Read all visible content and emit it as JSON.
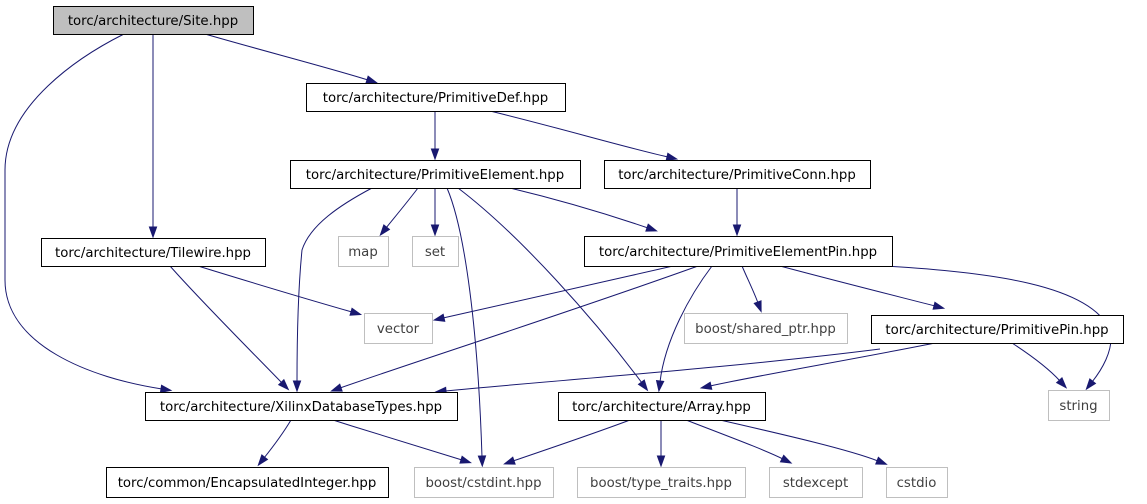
{
  "colors": {
    "edge": "#191970",
    "root_fill": "#bfbfbf",
    "node_fill": "#ffffff",
    "node_border": "#000000",
    "external_border": "#bfbfbf",
    "external_text": "#404040",
    "text": "#000000"
  },
  "nodes": {
    "site": {
      "label": "torc/architecture/Site.hpp",
      "kind": "root"
    },
    "primitivedef": {
      "label": "torc/architecture/PrimitiveDef.hpp",
      "kind": "internal"
    },
    "primitiveelement": {
      "label": "torc/architecture/PrimitiveElement.hpp",
      "kind": "internal"
    },
    "primitiveconn": {
      "label": "torc/architecture/PrimitiveConn.hpp",
      "kind": "internal"
    },
    "tilewire": {
      "label": "torc/architecture/Tilewire.hpp",
      "kind": "internal"
    },
    "map": {
      "label": "map",
      "kind": "external"
    },
    "set": {
      "label": "set",
      "kind": "external"
    },
    "primitiveelementpin": {
      "label": "torc/architecture/PrimitiveElementPin.hpp",
      "kind": "internal"
    },
    "vector": {
      "label": "vector",
      "kind": "external"
    },
    "shared_ptr": {
      "label": "boost/shared_ptr.hpp",
      "kind": "external"
    },
    "primitivepin": {
      "label": "torc/architecture/PrimitivePin.hpp",
      "kind": "internal"
    },
    "string": {
      "label": "string",
      "kind": "external"
    },
    "xilinxdbtypes": {
      "label": "torc/architecture/XilinxDatabaseTypes.hpp",
      "kind": "internal"
    },
    "array": {
      "label": "torc/architecture/Array.hpp",
      "kind": "internal"
    },
    "encapsulatedinteger": {
      "label": "torc/common/EncapsulatedInteger.hpp",
      "kind": "internal"
    },
    "cstdint": {
      "label": "boost/cstdint.hpp",
      "kind": "external"
    },
    "type_traits": {
      "label": "boost/type_traits.hpp",
      "kind": "external"
    },
    "stdexcept": {
      "label": "stdexcept",
      "kind": "external"
    },
    "cstdio": {
      "label": "cstdio",
      "kind": "external"
    }
  },
  "edges": [
    {
      "from": "site",
      "to": "primitivedef"
    },
    {
      "from": "site",
      "to": "tilewire"
    },
    {
      "from": "site",
      "to": "xilinxdbtypes"
    },
    {
      "from": "primitivedef",
      "to": "primitiveelement"
    },
    {
      "from": "primitivedef",
      "to": "primitiveconn"
    },
    {
      "from": "primitiveelement",
      "to": "map"
    },
    {
      "from": "primitiveelement",
      "to": "set"
    },
    {
      "from": "primitiveelement",
      "to": "primitiveelementpin"
    },
    {
      "from": "primitiveelement",
      "to": "xilinxdbtypes"
    },
    {
      "from": "primitiveelement",
      "to": "cstdint"
    },
    {
      "from": "primitiveelement",
      "to": "array"
    },
    {
      "from": "primitiveconn",
      "to": "primitiveelementpin"
    },
    {
      "from": "tilewire",
      "to": "vector"
    },
    {
      "from": "tilewire",
      "to": "xilinxdbtypes"
    },
    {
      "from": "primitiveelementpin",
      "to": "vector"
    },
    {
      "from": "primitiveelementpin",
      "to": "shared_ptr"
    },
    {
      "from": "primitiveelementpin",
      "to": "primitivepin"
    },
    {
      "from": "primitiveelementpin",
      "to": "string"
    },
    {
      "from": "primitiveelementpin",
      "to": "xilinxdbtypes"
    },
    {
      "from": "primitiveelementpin",
      "to": "array"
    },
    {
      "from": "primitivepin",
      "to": "string"
    },
    {
      "from": "primitivepin",
      "to": "xilinxdbtypes"
    },
    {
      "from": "primitivepin",
      "to": "array"
    },
    {
      "from": "xilinxdbtypes",
      "to": "encapsulatedinteger"
    },
    {
      "from": "xilinxdbtypes",
      "to": "cstdint"
    },
    {
      "from": "array",
      "to": "cstdint"
    },
    {
      "from": "array",
      "to": "type_traits"
    },
    {
      "from": "array",
      "to": "stdexcept"
    },
    {
      "from": "array",
      "to": "cstdio"
    }
  ]
}
